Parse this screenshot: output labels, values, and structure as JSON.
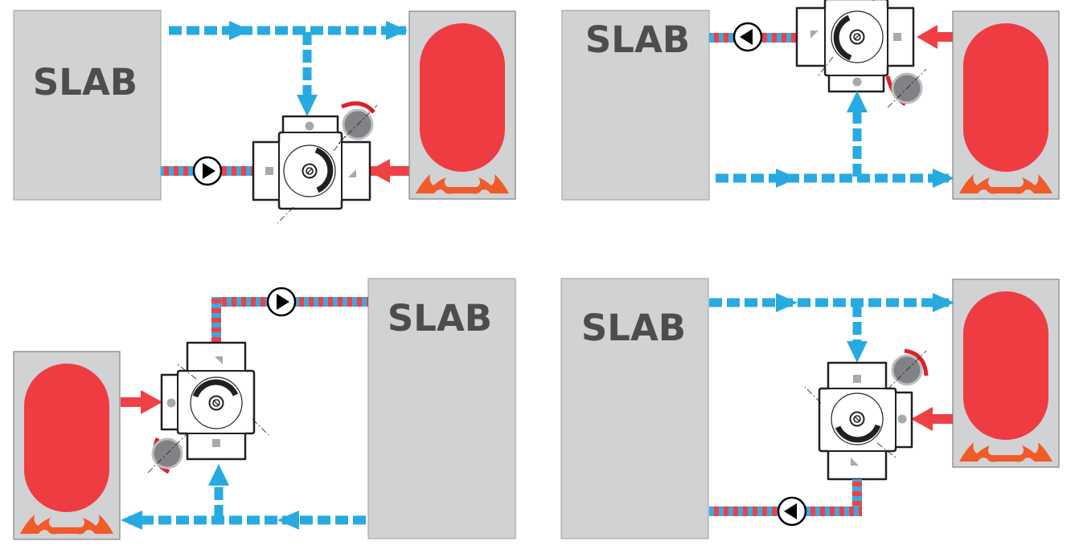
{
  "labels": {
    "slab": "SLAB"
  },
  "colors": {
    "slab_fill": "#d1d2d4",
    "slab_stroke": "#a7a9ac",
    "tank_fill": "#ef3b42",
    "flame": "#f15a29",
    "cold": "#27aae1",
    "hot": "#ef4046",
    "valve_outline": "#231f20",
    "valve_fill": "#ffffff",
    "port_marker": "#a7a9ac",
    "actuator_fill": "#808285",
    "actuator_ring": "#bcbec0",
    "pump_fill": "#ffffff",
    "pump_stroke": "#000000",
    "slab_text": "#4d4d4f"
  },
  "icons": {
    "pump": "circulator-pump-icon",
    "valve": "mixing-valve-icon",
    "actuator": "thermostatic-actuator-icon",
    "tank": "water-heater-tank-icon",
    "flame": "burner-flame-icon",
    "arrow": "flow-arrow-icon"
  },
  "diagrams": [
    {
      "id": "top-left"
    },
    {
      "id": "top-right"
    },
    {
      "id": "bottom-left"
    },
    {
      "id": "bottom-right"
    }
  ]
}
